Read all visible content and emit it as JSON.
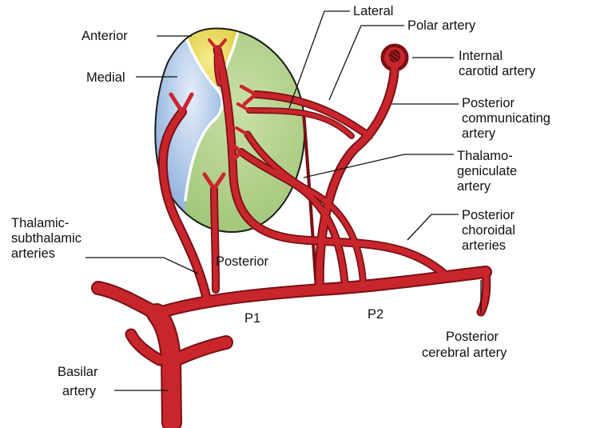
{
  "labels": {
    "lateral": "Lateral",
    "polar_artery": "Polar artery",
    "anterior": "Anterior",
    "internal_carotid_1": "Internal",
    "internal_carotid_2": "carotid artery",
    "medial": "Medial",
    "posterior_communicating_1": "Posterior",
    "posterior_communicating_2": "communicating",
    "posterior_communicating_3": "artery",
    "thalamogeniculate_1": "Thalamo-",
    "thalamogeniculate_2": "geniculate",
    "thalamogeniculate_3": "artery",
    "thalamic_subthalamic_1": "Thalamic-",
    "thalamic_subthalamic_2": "subthalamic",
    "thalamic_subthalamic_3": "arteries",
    "posterior_choroidal_1": "Posterior",
    "posterior_choroidal_2": "choroidal",
    "posterior_choroidal_3": "arteries",
    "posterior_region": "Posterior",
    "p1": "P1",
    "p2": "P2",
    "posterior_cerebral_1": "Posterior",
    "posterior_cerebral_2": "cerebral artery",
    "basilar_1": "Basilar",
    "basilar_2": "artery"
  },
  "colors": {
    "artery": "#c8262c",
    "artery_dark": "#7a1015",
    "anterior_region": "#e8d84a",
    "medial_region": "#86a9d6",
    "lateral_region": "#a4c97a"
  }
}
